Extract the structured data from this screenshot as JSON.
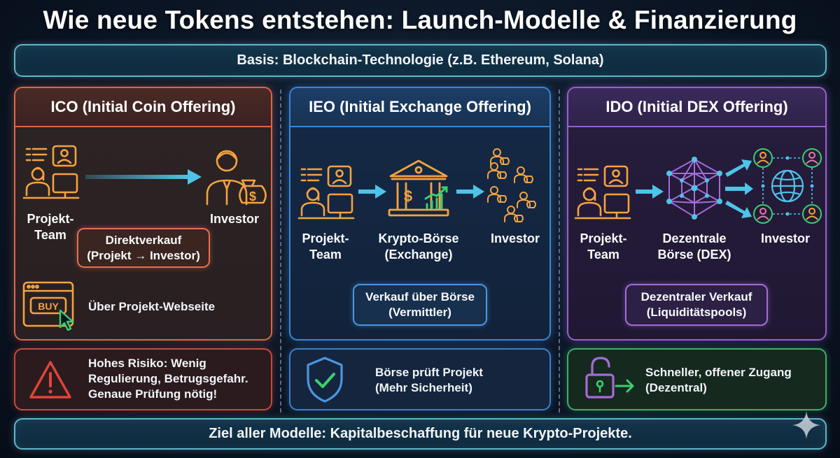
{
  "title": "Wie neue Tokens entstehen: Launch-Modelle & Finanzierung",
  "top_bar": "Basis: Blockchain-Technologie (z.B. Ethereum, Solana)",
  "bottom_bar": "Ziel aller Modelle: Kapitalbeschaffung für neue Krypto-Projekte.",
  "ico": {
    "heading": "ICO (Initial Coin Offering)",
    "team_line1": "Projekt-",
    "team_line2": "Team",
    "investor": "Investor",
    "sale_line1": "Direktverkauf",
    "sale_line2": "(Projekt → Investor)",
    "buy_button": "BUY",
    "website": "Über Projekt-Webseite",
    "risk_line1": "Hohes Risiko: Wenig",
    "risk_line2": "Regulierung, Betrugsgefahr.",
    "risk_line3": "Genaue Prüfung nötig!"
  },
  "ieo": {
    "heading": "IEO (Initial Exchange Offering)",
    "team_line1": "Projekt-",
    "team_line2": "Team",
    "exchange_line1": "Krypto-Börse",
    "exchange_line2": "(Exchange)",
    "investor": "Investor",
    "sale_line1": "Verkauf über Börse",
    "sale_line2": "(Vermittler)",
    "info_line1": "Börse prüft Projekt",
    "info_line2": "(Mehr Sicherheit)"
  },
  "ido": {
    "heading": "IDO (Initial DEX Offering)",
    "team_line1": "Projekt-",
    "team_line2": "Team",
    "dex_line1": "Dezentrale",
    "dex_line2": "Börse (DEX)",
    "investor": "Investor",
    "sale_line1": "Dezentraler Verkauf",
    "sale_line2": "(Liquiditätspools)",
    "info_line1": "Schneller, offener Zugang",
    "info_line2": "(Dezentral)"
  },
  "colors": {
    "ico_accent": "#d9674a",
    "ieo_accent": "#3b86d6",
    "ido_accent": "#9a5fd0",
    "icon_orange": "#f4a340",
    "arrow_cyan": "#4fc3e8",
    "risk_red": "#e0453a",
    "secure_green": "#3ccf6e"
  }
}
